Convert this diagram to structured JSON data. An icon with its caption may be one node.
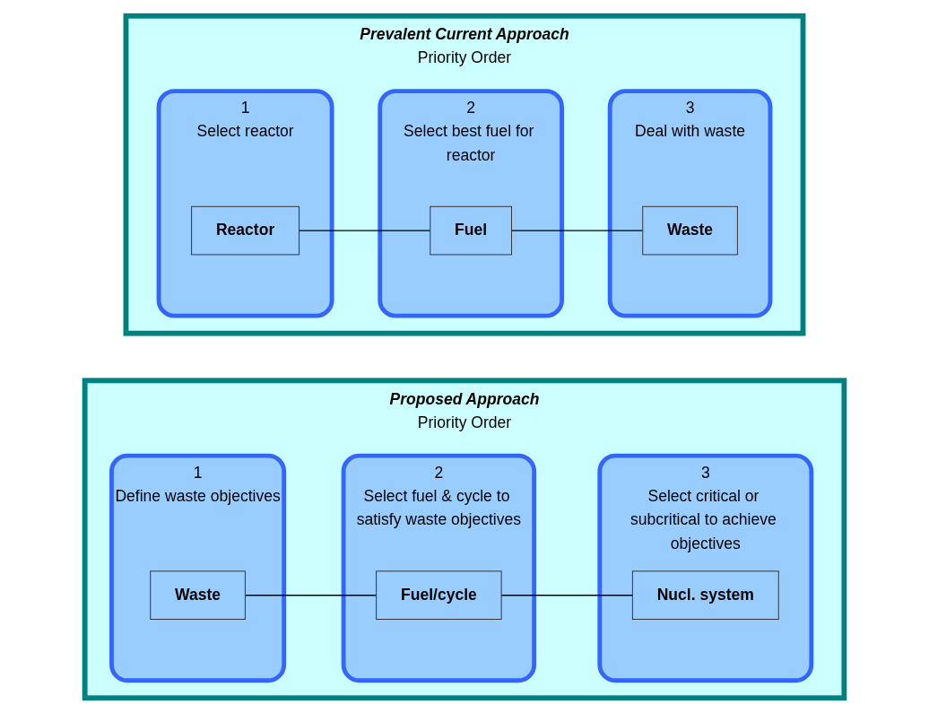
{
  "diagram": {
    "nodes": [
      {
        "text": [
          "Prevalent Current Approach",
          "Priority Order"
        ]
      },
      {
        "text": [
          "1",
          "Select reactor"
        ],
        "in": 0
      },
      {
        "text": [
          "Reactor"
        ],
        "in": 1
      },
      {
        "text": [
          "2",
          "Select best fuel for reactor"
        ],
        "in": 0
      },
      {
        "text": [
          "Fuel"
        ],
        "in": 3
      },
      {
        "text": [
          "3",
          "Deal with waste"
        ],
        "in": 0
      },
      {
        "text": [
          "Waste"
        ],
        "in": 5
      },
      {
        "text": [
          "Proposed Approach",
          "Priority Order"
        ]
      },
      {
        "text": [
          "1",
          "Define waste objectives"
        ],
        "in": 7
      },
      {
        "text": [
          "Waste"
        ],
        "in": 8
      },
      {
        "text": [
          "2",
          "Select fuel & cycle to satisfy waste objectives"
        ],
        "in": 7
      },
      {
        "text": [
          "Fuel/cycle"
        ],
        "in": 10
      },
      {
        "text": [
          "3",
          "Select critical or subcritical to achieve objectives"
        ],
        "in": 7
      },
      {
        "text": [
          "Nucl. system"
        ],
        "in": 12
      }
    ],
    "edges": [
      {
        "from": 2,
        "to": 4,
        "arrow": "none"
      },
      {
        "from": 4,
        "to": 6,
        "arrow": "none"
      },
      {
        "from": 9,
        "to": 11,
        "arrow": "none"
      },
      {
        "from": 11,
        "to": 13,
        "arrow": "none"
      }
    ]
  }
}
